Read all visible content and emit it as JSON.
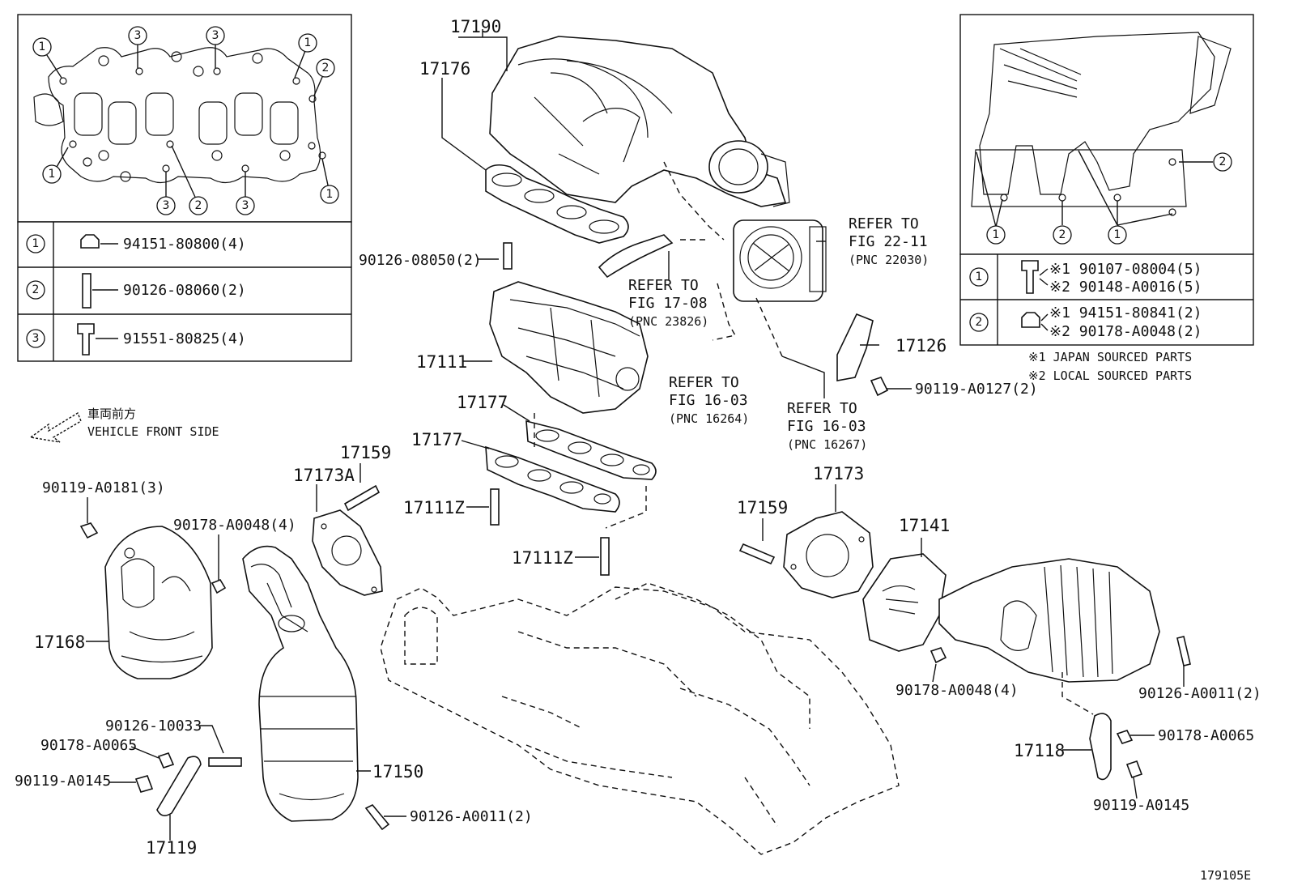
{
  "legend_left": {
    "rows": [
      {
        "num": "1",
        "part": "94151-80800(4)"
      },
      {
        "num": "2",
        "part": "90126-08060(2)"
      },
      {
        "num": "3",
        "part": "91551-80825(4)"
      }
    ]
  },
  "legend_right": {
    "rows": [
      {
        "num": "1",
        "line1": "※1 90107-08004(5)",
        "line2": "※2 90148-A0016(5)"
      },
      {
        "num": "2",
        "line1": "※1 94151-80841(2)",
        "line2": "※2 90178-A0048(2)"
      }
    ],
    "note1": "※1 JAPAN SOURCED PARTS",
    "note2": "※2 LOCAL SOURCED PARTS"
  },
  "front": {
    "jp": "車両前方",
    "en": "VEHICLE FRONT SIDE"
  },
  "callouts": {
    "p17190": "17190",
    "p17176": "17176",
    "p90126_08050": "90126-08050(2)",
    "p17111": "17111",
    "p17177a": "17177",
    "p17177b": "17177",
    "p17111z_a": "17111Z",
    "p17111z_b": "17111Z",
    "p17126": "17126",
    "p90119_a0127": "90119-A0127(2)",
    "p17159a": "17159",
    "p17173a": "17173A",
    "p90119_a0181": "90119-A0181(3)",
    "p90178_a0048_l": "90178-A0048(4)",
    "p17168": "17168",
    "p90126_10033": "90126-10033",
    "p90178_a0065_l": "90178-A0065",
    "p90119_a0145_l": "90119-A0145",
    "p17150": "17150",
    "p90126_a0011_l": "90126-A0011(2)",
    "p17119": "17119",
    "p17159b": "17159",
    "p17173": "17173",
    "p17141": "17141",
    "p90178_a0048_r": "90178-A0048(4)",
    "p90126_a0011_r": "90126-A0011(2)",
    "p17118": "17118",
    "p90178_a0065_r": "90178-A0065",
    "p90119_a0145_r": "90119-A0145"
  },
  "refers": {
    "r1": {
      "l1": "REFER TO",
      "l2": "FIG 22-11",
      "l3": "(PNC 22030)"
    },
    "r2": {
      "l1": "REFER TO",
      "l2": "FIG 17-08",
      "l3": "(PNC 23826)"
    },
    "r3": {
      "l1": "REFER TO",
      "l2": "FIG 16-03",
      "l3": "(PNC 16264)"
    },
    "r4": {
      "l1": "REFER TO",
      "l2": "FIG 16-03",
      "l3": "(PNC 16267)"
    }
  },
  "gasket_markers": [
    "1",
    "3",
    "3",
    "1",
    "2",
    "1",
    "3",
    "2",
    "3",
    "1"
  ],
  "manifold_markers": [
    "2",
    "1",
    "2",
    "1"
  ],
  "figure_id": "179105E"
}
